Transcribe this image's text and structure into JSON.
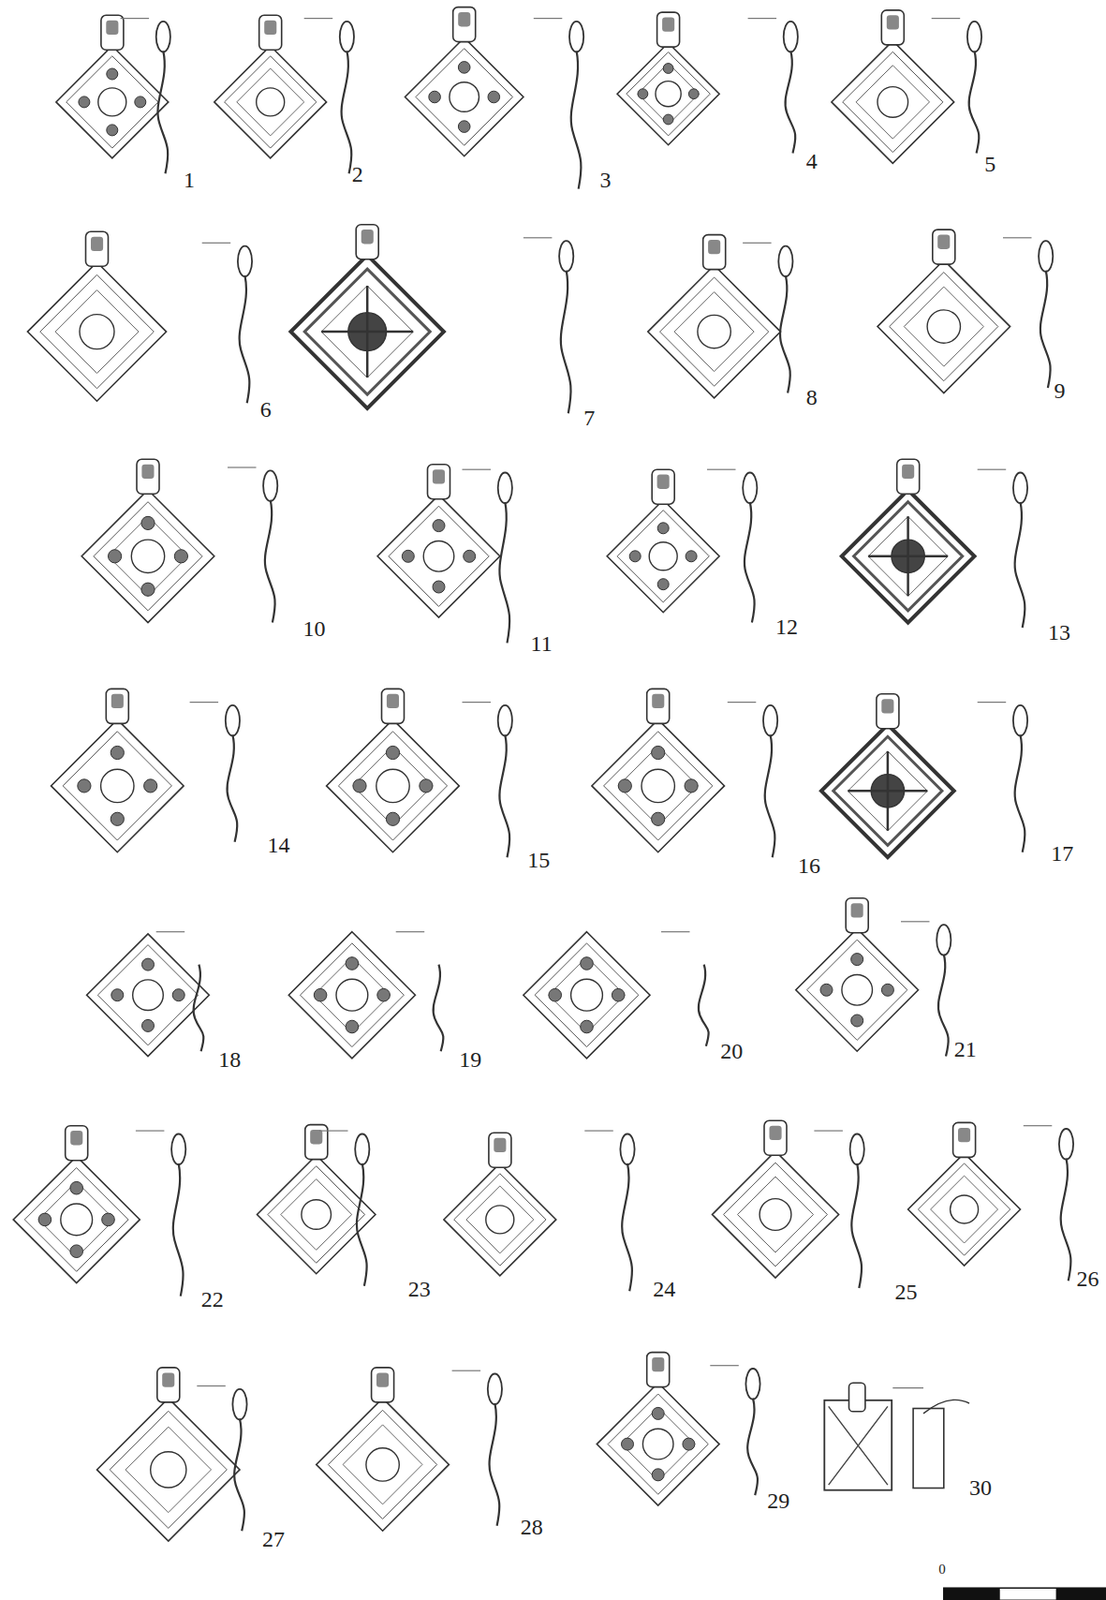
{
  "diagram": {
    "labels": [
      "1",
      "2",
      "3",
      "4",
      "5",
      "6",
      "7",
      "8",
      "9",
      "10",
      "11",
      "12",
      "13",
      "14",
      "15",
      "16",
      "17",
      "18",
      "19",
      "20",
      "21",
      "22",
      "23",
      "24",
      "25",
      "26",
      "27",
      "28",
      "29",
      "30",
      "0"
    ]
  }
}
